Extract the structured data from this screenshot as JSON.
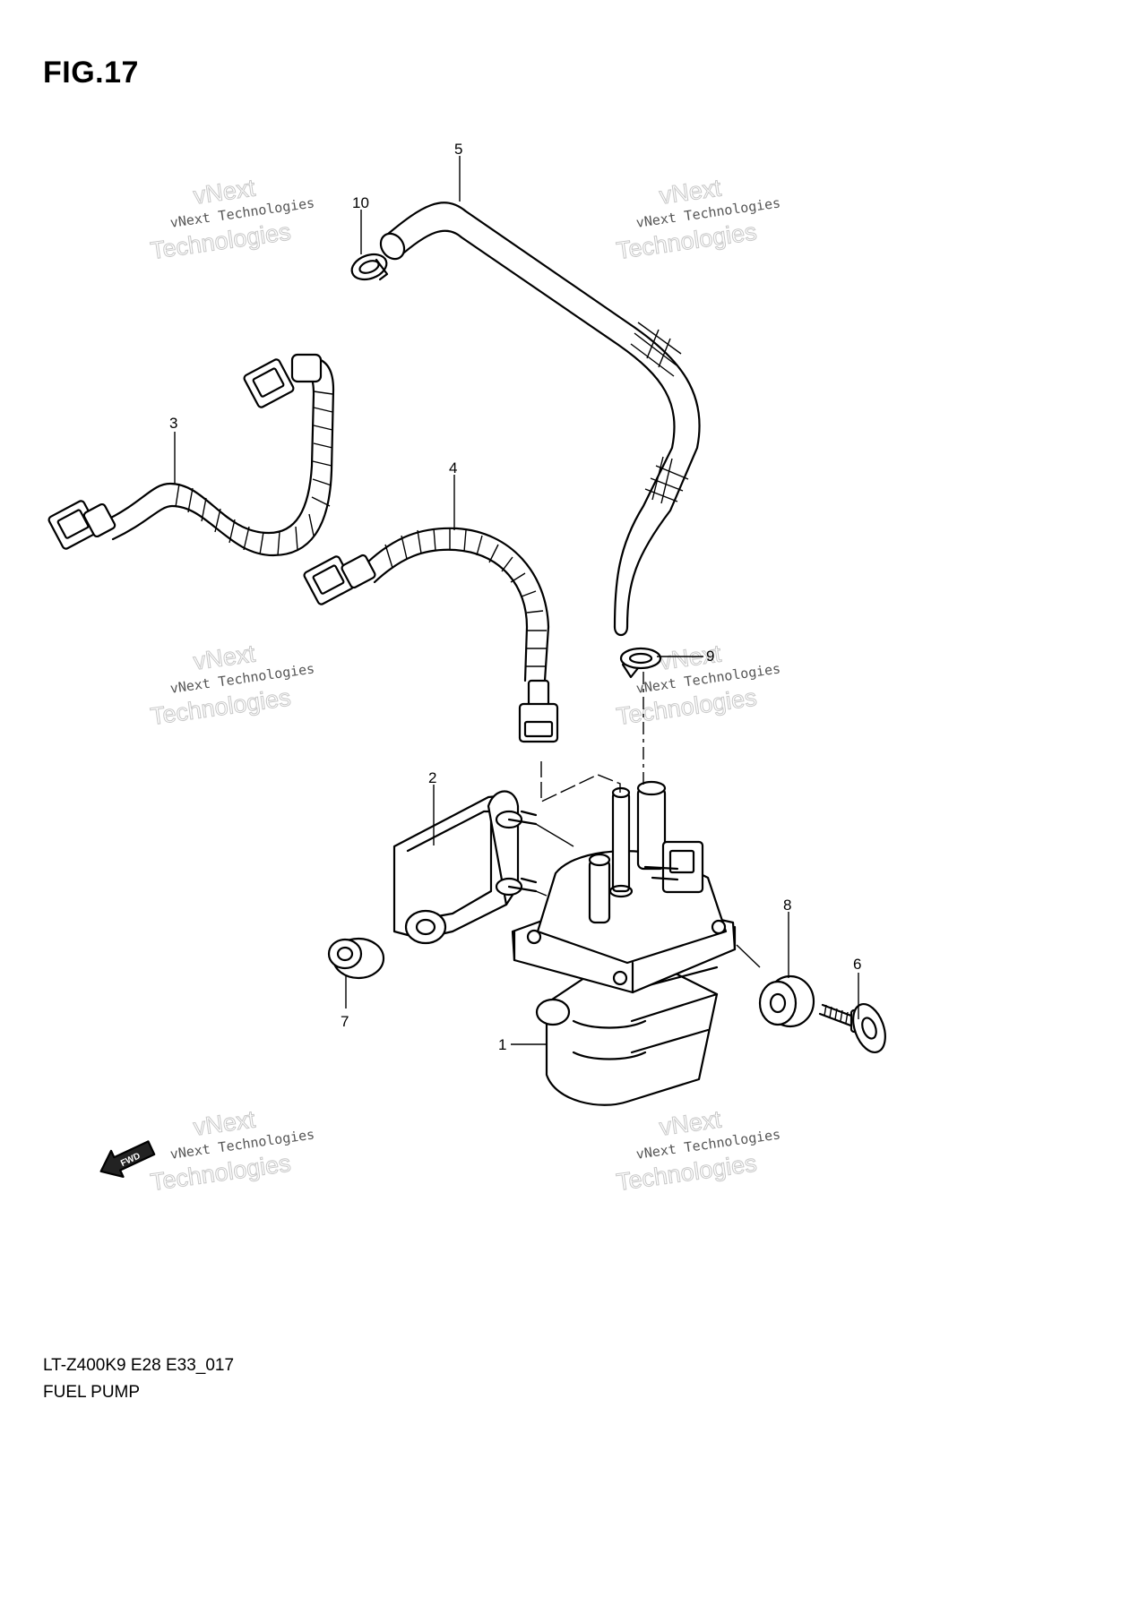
{
  "figure": {
    "title": "FIG.17"
  },
  "callouts": {
    "c1": "1",
    "c2": "2",
    "c3": "3",
    "c4": "4",
    "c5": "5",
    "c6": "6",
    "c7": "7",
    "c8": "8",
    "c9": "9",
    "c10": "10"
  },
  "watermark": {
    "line1": "vNext Technologies",
    "line2": "vNext",
    "line3": "Technologies"
  },
  "fwd_label": "FWD",
  "caption": {
    "code": "LT-Z400K9 E28 E33_017",
    "name": "FUEL PUMP"
  }
}
